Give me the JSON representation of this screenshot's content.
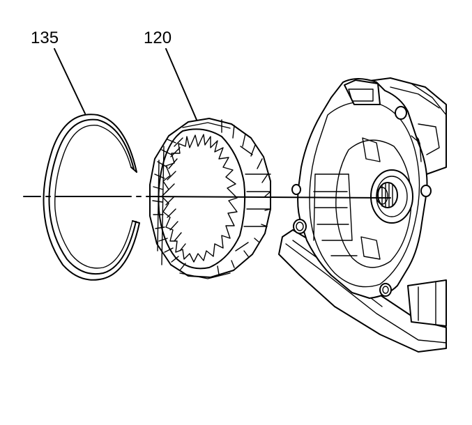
{
  "diagram": {
    "callouts": [
      {
        "id": "snap-ring",
        "label": "135"
      },
      {
        "id": "gear-ring",
        "label": "120"
      }
    ]
  }
}
